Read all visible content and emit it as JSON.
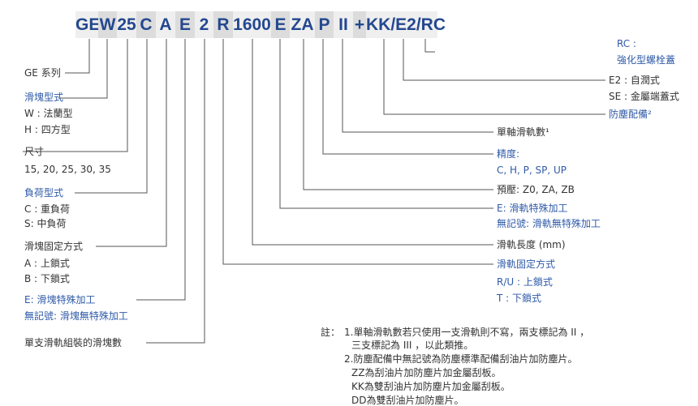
{
  "code_segments": [
    "GE",
    "W",
    "25",
    "C",
    "A",
    "E",
    "2",
    "R",
    "1600",
    "E",
    "ZA",
    "P",
    "II",
    "+",
    "KK/E2/RC"
  ],
  "left": {
    "series": "GE 系列",
    "block_type": {
      "title": "滑塊型式",
      "w": "W : 法蘭型",
      "h": "H : 四方型"
    },
    "size": {
      "title": "尺寸",
      "values": "15, 20, 25, 30, 35"
    },
    "load": {
      "title": "負荷型式",
      "c": "C : 重負荷",
      "s": "S: 中負荷"
    },
    "block_mount": {
      "title": "滑塊固定方式",
      "a": "A : 上鎖式",
      "b": "B : 下鎖式"
    },
    "block_special": {
      "e": "E: 滑塊特殊加工",
      "none": "無記號: 滑塊無特殊加工"
    },
    "block_count": "單支滑軌組裝的滑塊數"
  },
  "right": {
    "rc": {
      "code": "RC :",
      "desc": "強化型螺栓蓋"
    },
    "e2": "E2 : 自潤式",
    "se": "SE : 金屬端蓋式",
    "dust": "防塵配備²",
    "rail_count": "單軸滑軌數¹",
    "accuracy": {
      "title": "精度:",
      "values": "C, H, P, SP, UP"
    },
    "preload": "預壓: Z0, ZA, ZB",
    "rail_special": {
      "e": "E: 滑軌特殊加工",
      "none": "無記號: 滑軌無特殊加工"
    },
    "rail_length": "滑軌長度 (mm)",
    "rail_mount": {
      "title": "滑軌固定方式",
      "ru": "R/U : 上鎖式",
      "t": "T : 下鎖式"
    }
  },
  "notes": {
    "label": "註：",
    "lines": [
      "1.單軸滑軌數若只使用一支滑軌則不寫，兩支標記為 II ，",
      "三支標記為 III ，以此類推。",
      "2.防塵配備中無記號為防塵標準配備刮油片加防塵片。",
      "ZZ為刮油片加防塵片加金屬刮板。",
      "KK為雙刮油片加防塵片加金屬刮板。",
      "DD為雙刮油片加防塵片。"
    ]
  }
}
